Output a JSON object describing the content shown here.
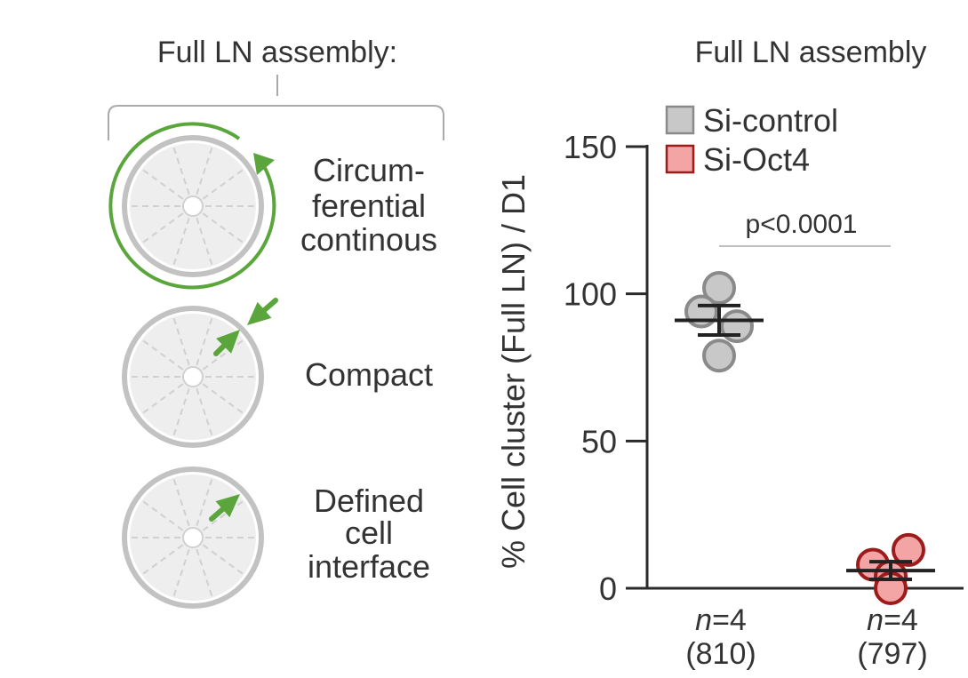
{
  "left_panel": {
    "title": "Full LN assembly:",
    "items": [
      {
        "label_lines": [
          "Circum-",
          "ferential",
          "continous"
        ],
        "icon": "circumferential-ring-icon"
      },
      {
        "label_lines": [
          "Compact"
        ],
        "icon": "compact-ring-icon"
      },
      {
        "label_lines": [
          "Defined",
          "cell",
          "interface"
        ],
        "icon": "interface-ring-icon"
      }
    ]
  },
  "colors": {
    "text": "#333333",
    "axis": "#2a2a2a",
    "ring": "#c2c2c2",
    "disc": "#eeeeee",
    "accent_green": "#5aa63c",
    "control_fill": "#c8c8c8",
    "control_edge": "#8a8a8a",
    "oct4_fill": "#f3a4a4",
    "oct4_edge": "#9c1c1c"
  },
  "chart_data": {
    "type": "scatter",
    "title": "Full LN assembly",
    "ylabel": "% Cell cluster (Full LN) / D1",
    "ylim": [
      0,
      150
    ],
    "yticks": [
      0,
      50,
      100,
      150
    ],
    "legend_position": "top-left",
    "categories": [
      "Si-control",
      "Si-Oct4"
    ],
    "category_labels": [
      {
        "n": "n",
        "eq": "=4",
        "count": "(810)"
      },
      {
        "n": "n",
        "eq": "=4",
        "count": "(797)"
      }
    ],
    "series": [
      {
        "name": "Si-control",
        "points": [
          {
            "dx": 0,
            "y": 102
          },
          {
            "dx": -1,
            "y": 94
          },
          {
            "dx": 1,
            "y": 89
          },
          {
            "dx": 0,
            "y": 79
          }
        ],
        "mean": 91,
        "error": 5
      },
      {
        "name": "Si-Oct4",
        "points": [
          {
            "dx": 1,
            "y": 13
          },
          {
            "dx": -1,
            "y": 8
          },
          {
            "dx": 0,
            "y": 4
          },
          {
            "dx": 0,
            "y": 0
          }
        ],
        "mean": 6,
        "error": 3
      }
    ],
    "annotation": {
      "text": "p<0.0001",
      "between": [
        0,
        1
      ]
    }
  }
}
